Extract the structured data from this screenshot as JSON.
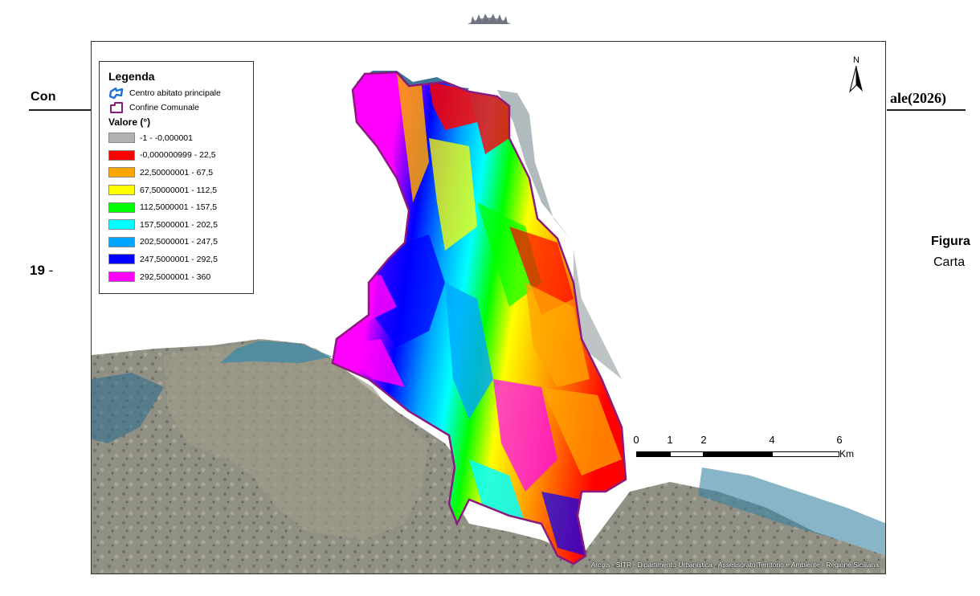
{
  "document": {
    "header_left": "Con",
    "header_right": "ale(2026)",
    "figure_number": "19",
    "figure_separator": "-",
    "figure_label": "Figura",
    "figure_sub": "Carta"
  },
  "map": {
    "north_label": "N",
    "attribution": "Arcgis - SITR - Dipartimento Urbanistica - Assessorato Territorio e Ambiente - Regione Siciliana",
    "legend": {
      "title": "Legenda",
      "layers": [
        {
          "label": "Centro abitato principale",
          "icon": "town-outline-icon",
          "color": "#1f6fd6"
        },
        {
          "label": "Confine Comunale",
          "icon": "boundary-outline-icon",
          "color": "#8b1a7e"
        }
      ],
      "classes_title": "Valore (°)",
      "classes": [
        {
          "label": "-1 - -0,000001",
          "color": "#b2b2b2"
        },
        {
          "label": "-0,000000999 - 22,5",
          "color": "#ff0000"
        },
        {
          "label": "22,50000001 - 67,5",
          "color": "#ffa500"
        },
        {
          "label": "67,50000001 - 112,5",
          "color": "#ffff00"
        },
        {
          "label": "112,5000001 - 157,5",
          "color": "#00ff00"
        },
        {
          "label": "157,5000001 - 202,5",
          "color": "#00ffff"
        },
        {
          "label": "202,5000001 - 247,5",
          "color": "#00a5ff"
        },
        {
          "label": "247,5000001 - 292,5",
          "color": "#0000ff"
        },
        {
          "label": "292,5000001 - 360",
          "color": "#ff00ff"
        }
      ]
    },
    "scalebar": {
      "ticks": [
        "0",
        "1",
        "2",
        "4",
        "6"
      ],
      "units": "Km"
    }
  }
}
